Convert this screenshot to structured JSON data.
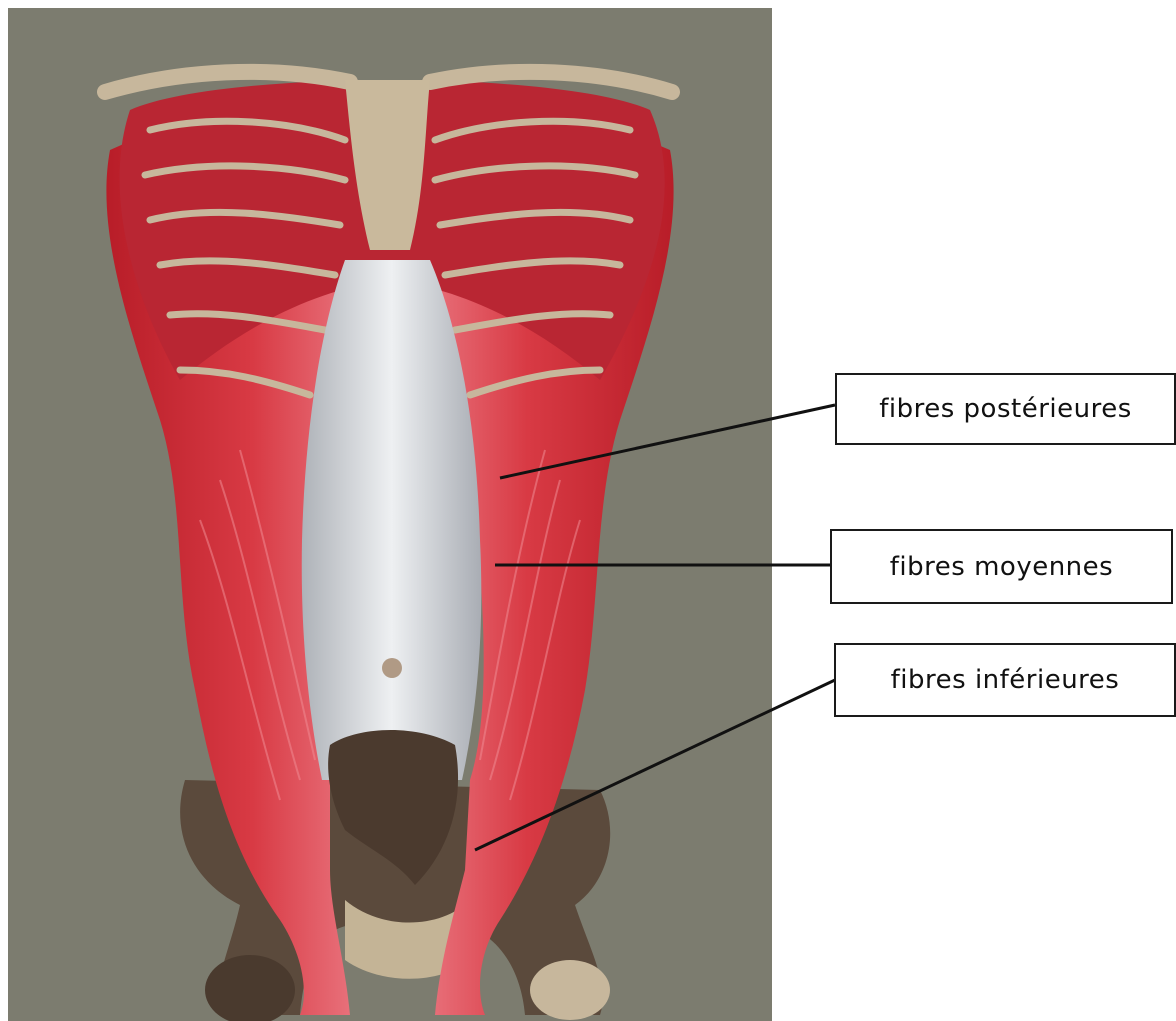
{
  "labels": {
    "posterior_fibers": "fibres postérieures",
    "middle_fibers": "fibres moyennes",
    "inferior_fibers": "fibres inférieures"
  },
  "colors": {
    "background": "#7c7c6f",
    "muscle": "#c8232e",
    "muscle_light": "#e0505a",
    "bone": "#c7b79c",
    "aponeurosis": "#d6d8dc",
    "leader_line": "#111111"
  }
}
